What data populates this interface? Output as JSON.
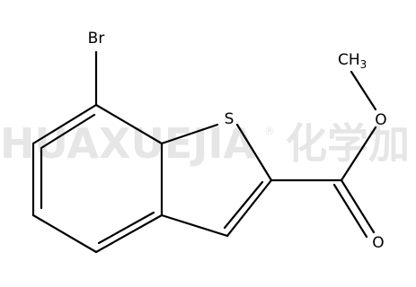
{
  "molecule": {
    "atoms": {
      "bromine": "Br",
      "sulfur": "S",
      "oxygen_ester": "O",
      "oxygen_carbonyl": "O",
      "methyl_main": "CH",
      "methyl_sub": "3"
    }
  },
  "watermark": {
    "latin": "HUAXUEJIA",
    "registered": "®",
    "chinese": "化学加"
  }
}
